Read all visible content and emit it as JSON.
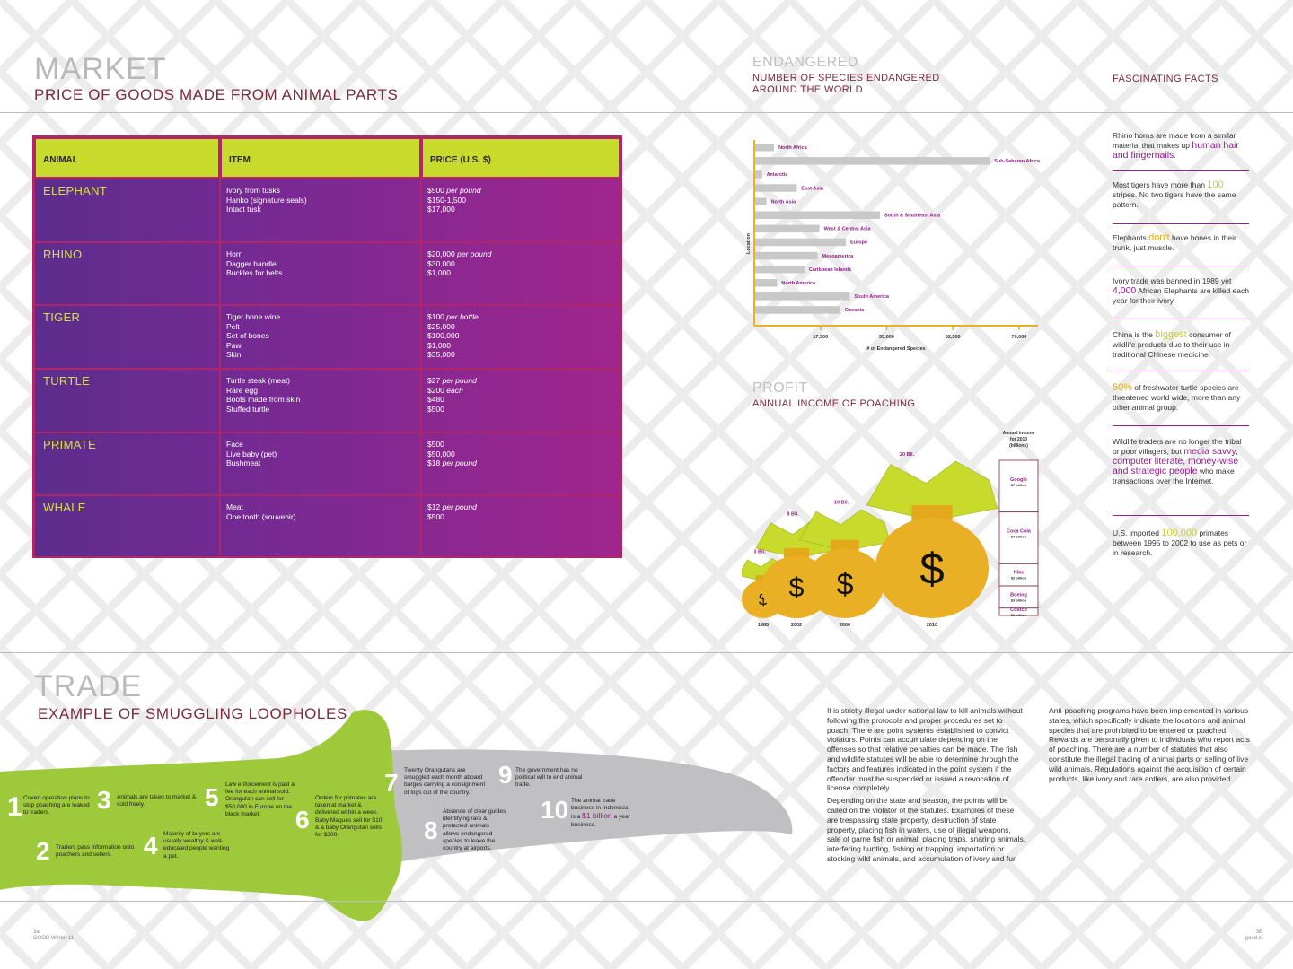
{
  "market": {
    "title": "MARKET",
    "subtitle": "PRICE OF GOODS MADE FROM ANIMAL PARTS",
    "headers": [
      "ANIMAL",
      "ITEM",
      "PRICE (U.S. $)"
    ],
    "rows": [
      {
        "animal": "ELEPHANT",
        "items": [
          "Ivory from tusks",
          "Hanko (signature seals)",
          "Intact tusk"
        ],
        "prices": [
          "$500",
          "$150-1,500",
          "$17,000"
        ],
        "price_notes": [
          "per pound",
          "",
          ""
        ]
      },
      {
        "animal": "RHINO",
        "items": [
          "Horn",
          "Dagger handle",
          "Buckles for belts"
        ],
        "prices": [
          "$20,000",
          "$30,000",
          "$1,000"
        ],
        "price_notes": [
          "per pound",
          "",
          ""
        ]
      },
      {
        "animal": "TIGER",
        "items": [
          "Tiger bone wine",
          "Pelt",
          "Set of bones",
          "Paw",
          "Skin"
        ],
        "prices": [
          "$100",
          "$25,000",
          "$100,000",
          "$1,000",
          "$35,000"
        ],
        "price_notes": [
          "per bottle",
          "",
          "",
          "",
          ""
        ]
      },
      {
        "animal": "TURTLE",
        "items": [
          "Turtle steak (meat)",
          "Rare egg",
          "Boots made from skin",
          "Stuffed turtle"
        ],
        "prices": [
          "$27",
          "$200",
          "$480",
          "$500"
        ],
        "price_notes": [
          "per pound",
          "each",
          "",
          ""
        ]
      },
      {
        "animal": "PRIMATE",
        "items": [
          "Face",
          "Live baby (pet)",
          "Bushmeat"
        ],
        "prices": [
          "$500",
          "$50,000",
          "$18"
        ],
        "price_notes": [
          "",
          "",
          "per pound"
        ]
      },
      {
        "animal": "WHALE",
        "items": [
          "Meat",
          "One tooth (souvenir)"
        ],
        "prices": [
          "$12",
          "$500"
        ],
        "price_notes": [
          "per pound",
          ""
        ]
      }
    ]
  },
  "endangered": {
    "title": "ENDANGERED",
    "subtitle_line1": "NUMBER OF SPECIES ENDANGERED",
    "subtitle_line2": "AROUND THE WORLD"
  },
  "chart_data": [
    {
      "type": "bar",
      "orientation": "horizontal",
      "title": "",
      "xlabel": "# of Endangered Species",
      "ylabel": "Location",
      "xticks": [
        "17,500",
        "35,000",
        "52,500",
        "70,000"
      ],
      "xlim": [
        0,
        75000
      ],
      "categories": [
        "North Africa",
        "Sub-Saharan Africa",
        "Antarctic",
        "East Asia",
        "North Asia",
        "South & Southeast Asia",
        "West & Central Asia",
        "Europe",
        "Mesoamerica",
        "Caribbean Islands",
        "North America",
        "South America",
        "Oceania"
      ],
      "values": [
        5000,
        62000,
        1800,
        11000,
        3000,
        33000,
        17000,
        24000,
        16500,
        13000,
        5800,
        25000,
        22500
      ],
      "bar_color": "#c8c8c8",
      "label_color": "#8e1f86",
      "axis_color": "#e9b21e"
    },
    {
      "type": "bar",
      "subtype": "pictograph",
      "title": "",
      "categories": [
        "1985",
        "2002",
        "2006",
        "2010"
      ],
      "values": [
        3,
        8,
        10,
        20
      ],
      "value_labels": [
        "3 Bil.",
        "8 Bil.",
        "10 Bil.",
        "20 Bil."
      ],
      "unit": "billion"
    },
    {
      "type": "table",
      "title": "Annual income for 2010 (billions)",
      "rows": [
        {
          "name": "Google",
          "value": "$7 billion",
          "amount": 7
        },
        {
          "name": "Coca Cola",
          "value": "$7 billion",
          "amount": 7
        },
        {
          "name": "Nike",
          "value": "$3 billion",
          "amount": 3
        },
        {
          "name": "Boeing",
          "value": "$3 billion",
          "amount": 3
        },
        {
          "name": "Costco",
          "value": "$1 billion",
          "amount": 1
        }
      ]
    }
  ],
  "chart_text": {
    "north_axis": "Location",
    "xlabel": "# of Endangered Species",
    "income_header_1": "Annual income",
    "income_header_2": "for 2010",
    "income_header_3": "(billions)",
    "dollar": "$"
  },
  "profit": {
    "title": "PROFIT",
    "subtitle": "ANNUAL INCOME OF POACHING"
  },
  "facts": {
    "title": "FASCINATING FACTS",
    "items": [
      {
        "before": "Rhino horns are made from a similar material that makes up ",
        "hl": "human hair and fingernails",
        "after": "."
      },
      {
        "before": "Most tigers have more than ",
        "hl": "100",
        "after": " stripes. No two tigers have the same pattern."
      },
      {
        "before": "Elephants ",
        "hl": "don't",
        "after": " have bones in their trunk, just muscle."
      },
      {
        "before": "Ivory trade was banned in 1989 yet ",
        "hl": "4,000",
        "after": " African Elephants are killed each year for their ivory."
      },
      {
        "before": "China is the ",
        "hl": "biggest",
        "after": " consumer of wildlife products due to their use in traditional Chinese medicine."
      },
      {
        "before": "",
        "hl": "50%",
        "after": " of freshwater turtle species are threatened world wide, more than any other animal group."
      },
      {
        "before": "Wildlife traders are no longer the tribal or poor villagers, but ",
        "hl": "media savvy, computer literate, money-wise and strategic people",
        "after": " who make transactions over the Internet."
      },
      {
        "before": "U.S. imported ",
        "hl": "100,000",
        "after": " primates between 1995 to 2002 to use as pets  or in research."
      }
    ]
  },
  "trade": {
    "title": "TRADE",
    "subtitle": "EXAMPLE OF SMUGGLING LOOPHOLES",
    "steps": [
      {
        "n": "1",
        "text": "Covert operation plans to stop poaching are leaked to traders."
      },
      {
        "n": "2",
        "text": "Traders pass information onto poachers and sellers."
      },
      {
        "n": "3",
        "text": "Animals are taken to market & sold freely."
      },
      {
        "n": "4",
        "text": "Majority of buyers are usually wealthy & well-educated people wanting a pet."
      },
      {
        "n": "5",
        "text": "Law enforcement is paid a fee for each animal sold. Orangutan can sell for $50,000 in Europe on the black market."
      },
      {
        "n": "6",
        "text": "Orders for primates are taken at market & delivered within a week. Baby Maques sell for $10 & a baby Orangutan sells for $300."
      },
      {
        "n": "7",
        "text": "Twenty Orangutans are smuggled each month aboard barges carrying a consignment of logs out of the country."
      },
      {
        "n": "8",
        "text": "Absence of clear guides identifying rare & protected animals allows endangered species to leave the country at airports."
      },
      {
        "n": "9",
        "text": "The government has no political will to end animal trade."
      },
      {
        "n": "10",
        "text_before": "The animal trade business in Indonesia is a ",
        "hl": "$1 billion",
        "text_after": " a year business."
      }
    ]
  },
  "body_text": {
    "col1_p1": "It is strictly illegal under national law to kill animals without following the protocols and proper procedures set to poach. There are point systems established to convict violators. Points can accumulate depending on the offenses so that relative penalties can be made. The fish and wildlife statutes will be able to determine through the factors and features indicated in the point system if the offender must be suspended or issued a revocation of license completely.",
    "col1_p2": "Depending on the state and season, the points will be called on the violator of the statutes. Examples of these are trespassing state property, destruction of state property, placing fish in waters, use of illegal weapons, sale of game fish or animal, placing traps, snaring animals, interfering hunting, fishing or trapping, importation or stocking wild animals, and accumulation of ivory and fur.",
    "col2_p1": "Anti-poaching programs have been implemented in various states, which specifically indicate the locations and animal species that are prohibited to be entered or poached. Rewards are personally given to individuals who report acts of poaching. There are a number of statutes that also constitute the illegal trading of animal parts or selling of live wild animals. Regulations against the acquisition of certain products, like ivory and rare antlers, are also provided."
  },
  "footer": {
    "left_page": "3a",
    "left_mag": "GOOD Winter 11",
    "right_page": "3B",
    "right_site": "good.is"
  }
}
